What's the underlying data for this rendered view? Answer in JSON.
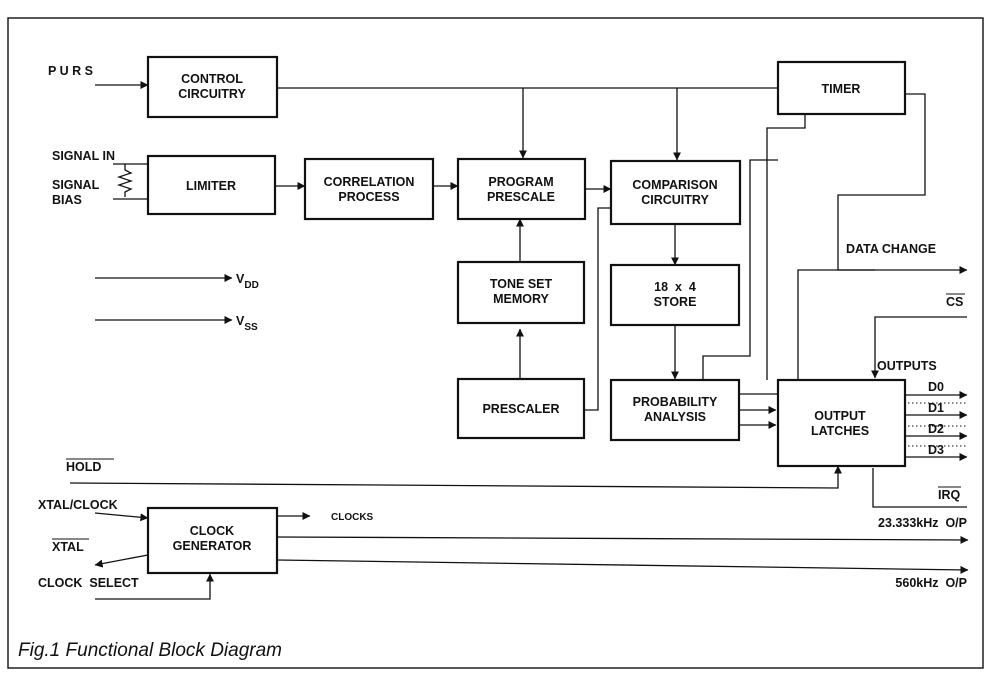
{
  "caption": "Fig.1 Functional Block Diagram",
  "blocks": {
    "control": [
      "CONTROL",
      "CIRCUITRY"
    ],
    "limiter": [
      "LIMITER"
    ],
    "correlation": [
      "CORRELATION",
      "PROCESS"
    ],
    "program": [
      "PROGRAM",
      "PRESCALE"
    ],
    "comparison": [
      "COMPARISON",
      "CIRCUITRY"
    ],
    "timer": [
      "TIMER"
    ],
    "tone": [
      "TONE SET",
      "MEMORY"
    ],
    "store": [
      "18  x  4",
      "STORE"
    ],
    "prescaler": [
      "PRESCALER"
    ],
    "probability": [
      "PROBABILITY",
      "ANALYSIS"
    ],
    "output": [
      "OUTPUT",
      "LATCHES"
    ],
    "clock": [
      "CLOCK",
      "GENERATOR"
    ]
  },
  "inputs": {
    "purs": "P U R S",
    "signal_in": "SIGNAL IN",
    "signal_bias": [
      "SIGNAL",
      "BIAS"
    ],
    "hold": "HOLD",
    "xtal_clock": "XTAL/CLOCK",
    "xtal": "XTAL",
    "clock_select": "CLOCK  SELECT"
  },
  "supply": {
    "vdd": {
      "main": "V",
      "sub": "DD"
    },
    "vss": {
      "main": "V",
      "sub": "SS"
    }
  },
  "outputs": {
    "data_change": "DATA CHANGE",
    "cs": "CS",
    "outputs_label": "OUTPUTS",
    "d": [
      "D0",
      "D1",
      "D2",
      "D3"
    ],
    "irq": "IRQ",
    "clocks": "CLOCKS",
    "f23": "23.333kHz  O/P",
    "f560": "560kHz  O/P"
  }
}
